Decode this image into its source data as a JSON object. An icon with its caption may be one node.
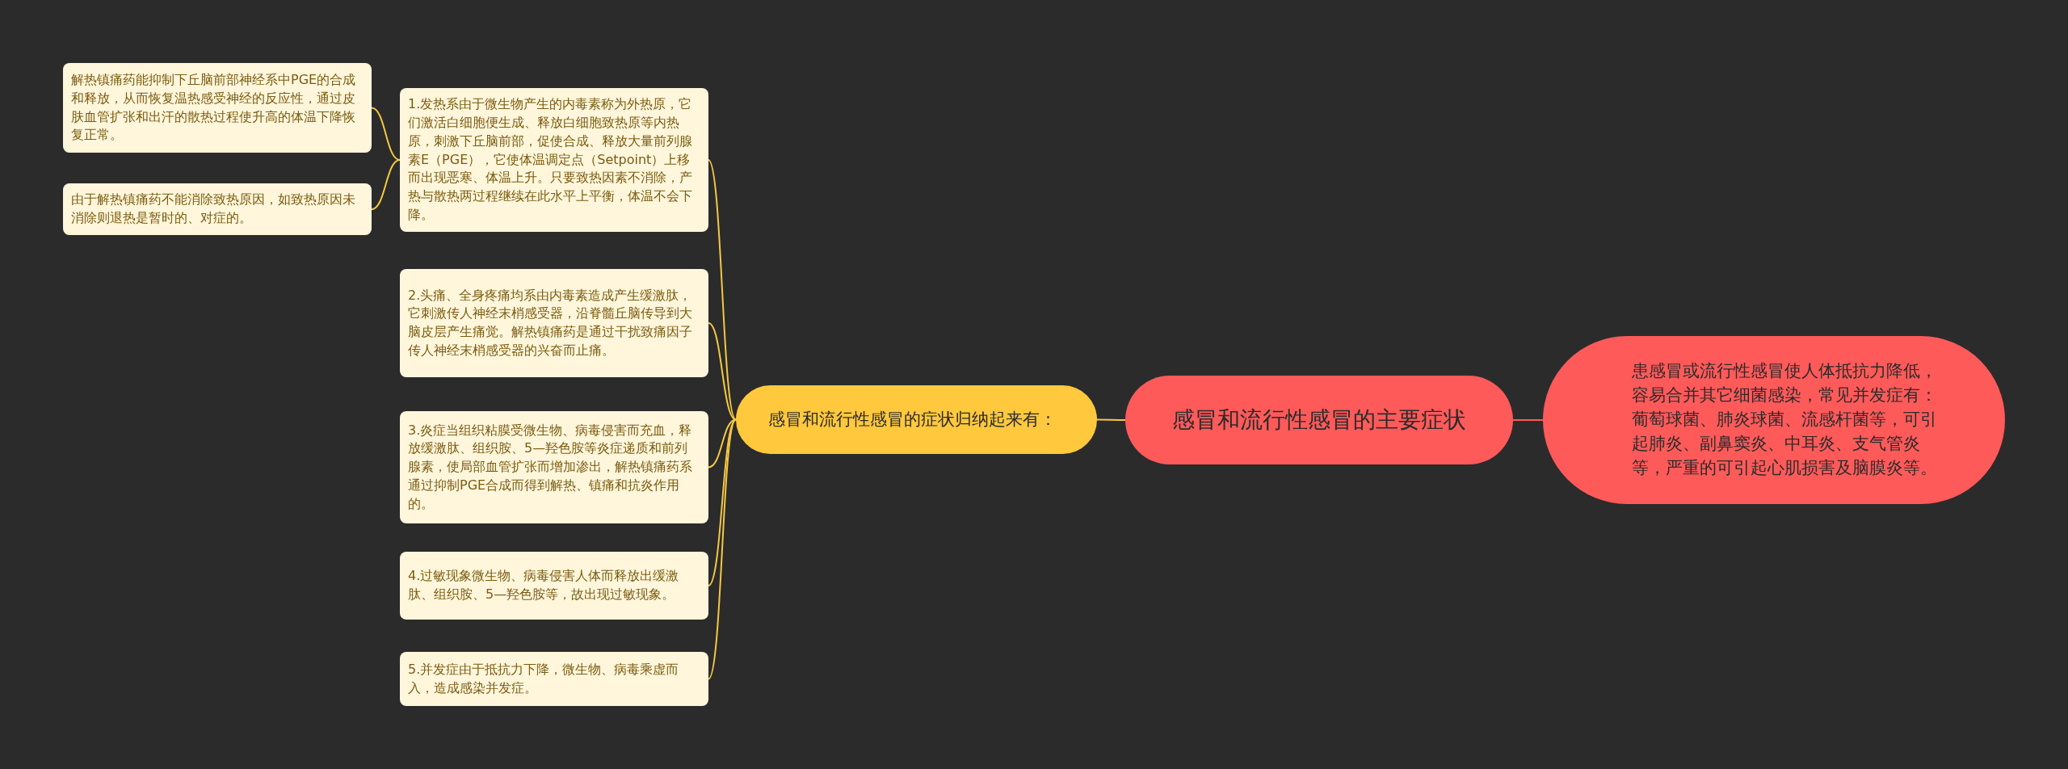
{
  "diagram": {
    "nodes": [
      {
        "text": [
          "感冒和流行性感冒的主要症状"
        ]
      },
      {
        "text": [
          "患感冒或流行性感冒使人体抵抗力降低，容易合并其它细菌感染，常见并发症有：葡萄球菌、肺炎球菌、流感杆菌等，可引起肺炎、副鼻窦炎、中耳炎、支气管炎等，严重的可引起心肌损害及脑膜炎等。"
        ]
      },
      {
        "text": [
          "感冒和流行性感冒的症状归纳起来有："
        ]
      },
      {
        "text": [
          "1.发热系由于微生物产生的内毒素称为外热原，它们激活白细胞便生成、释放白细胞致热原等内热原，刺激下丘脑前部，促使合成、释放大量前列腺素E（PGE），它使体温调定点（Setpoint）上移而出现恶寒、体温上升。只要致热因素不消除，产热与散热两过程继续在此水平上平衡，体温不会下降。"
        ]
      },
      {
        "text": [
          "2.头痛、全身疼痛均系由内毒素造成产生缓激肽，它刺激传人神经末梢感受器，沿脊髓丘脑传导到大脑皮层产生痛觉。解热镇痛药是通过干扰致痛因子传人神经末梢感受器的兴奋而止痛。"
        ]
      },
      {
        "text": [
          "3.炎症当组织粘膜受微生物、病毒侵害而充血，释放缓激肽、组织胺、5—羟色胺等炎症递质和前列腺素，使局部血管扩张而增加渗出，解热镇痛药系通过抑制PGE合成而得到解热、镇痛和抗炎作用的。"
        ]
      },
      {
        "text": [
          "4.过敏现象微生物、病毒侵害人体而释放出缓激肽、组织胺、5—羟色胺等，故出现过敏现象。"
        ]
      },
      {
        "text": [
          "5.并发症由于抵抗力下降，微生物、病毒乘虚而入，造成感染并发症。"
        ]
      },
      {
        "text": [
          "解热镇痛药能抑制下丘脑前部神经系中PGE的合成和释放，从而恢复温热感受神经的反应性，通过皮肤血管扩张和出汗的散热过程使升高的体温下降恢复正常。"
        ]
      },
      {
        "text": [
          "由于解热镇痛药不能消除致热原因，如致热原因未消除则退热是暂时的、对症的。"
        ]
      }
    ],
    "edges": [
      {
        "from": 0,
        "to": 1,
        "arrow": "none",
        "color": "#ff5a5a"
      },
      {
        "from": 0,
        "to": 2,
        "arrow": "none"
      },
      {
        "from": 2,
        "to": 3,
        "arrow": "none"
      },
      {
        "from": 2,
        "to": 4,
        "arrow": "none"
      },
      {
        "from": 2,
        "to": 5,
        "arrow": "none"
      },
      {
        "from": 2,
        "to": 6,
        "arrow": "none"
      },
      {
        "from": 2,
        "to": 7,
        "arrow": "none"
      },
      {
        "from": 3,
        "to": 8,
        "arrow": "none"
      },
      {
        "from": 3,
        "to": 9,
        "arrow": "none"
      }
    ]
  }
}
